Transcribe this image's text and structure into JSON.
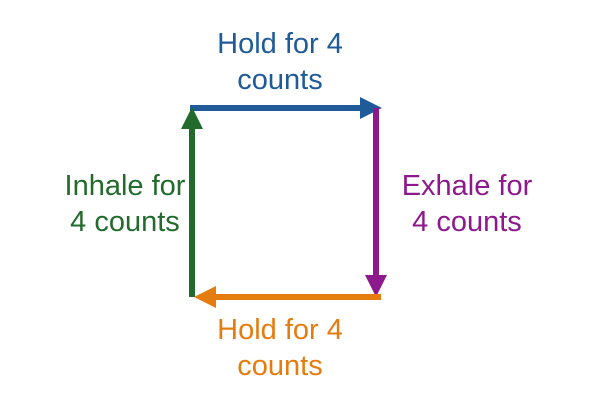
{
  "steps": {
    "top": {
      "line1": "Hold for 4",
      "line2": "counts",
      "color": "#1f5b99"
    },
    "right": {
      "line1": "Exhale for",
      "line2": "4 counts",
      "color": "#8c1a8c"
    },
    "bottom": {
      "line1": "Hold for 4",
      "line2": "counts",
      "color": "#e57c10"
    },
    "left": {
      "line1": "Inhale for",
      "line2": "4 counts",
      "color": "#226b2c"
    }
  }
}
